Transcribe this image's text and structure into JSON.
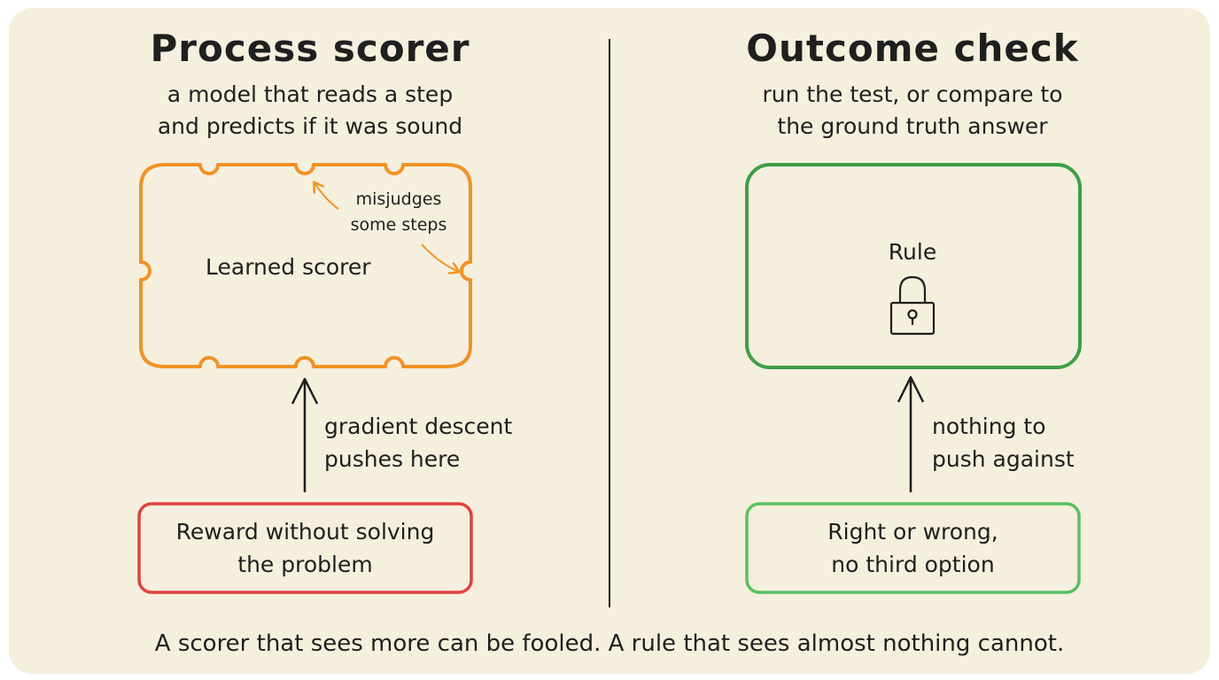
{
  "colors": {
    "background": "#f5efde",
    "ink": "#1f1f1f",
    "orange": "#f09226",
    "red": "#e0413f",
    "dark_green": "#3e9e46",
    "light_green": "#59c063"
  },
  "left": {
    "title": "Process scorer",
    "subtitle_line1": "a model that reads a step",
    "subtitle_line2": "and predicts if it was sound",
    "box_label": "Learned scorer",
    "annotation_line1": "misjudges",
    "annotation_line2": "some steps",
    "arrow_label_line1": "gradient descent",
    "arrow_label_line2": "pushes here",
    "bottom_line1": "Reward without solving",
    "bottom_line2": "the problem"
  },
  "right": {
    "title": "Outcome check",
    "subtitle_line1": "run the test, or compare to",
    "subtitle_line2": "the ground truth answer",
    "box_label": "Rule",
    "box_icon": "lock-icon",
    "arrow_label_line1": "nothing to",
    "arrow_label_line2": "push against",
    "bottom_line1": "Right or wrong,",
    "bottom_line2": "no third option"
  },
  "footer": "A scorer that sees more can be fooled. A rule that sees almost nothing cannot."
}
